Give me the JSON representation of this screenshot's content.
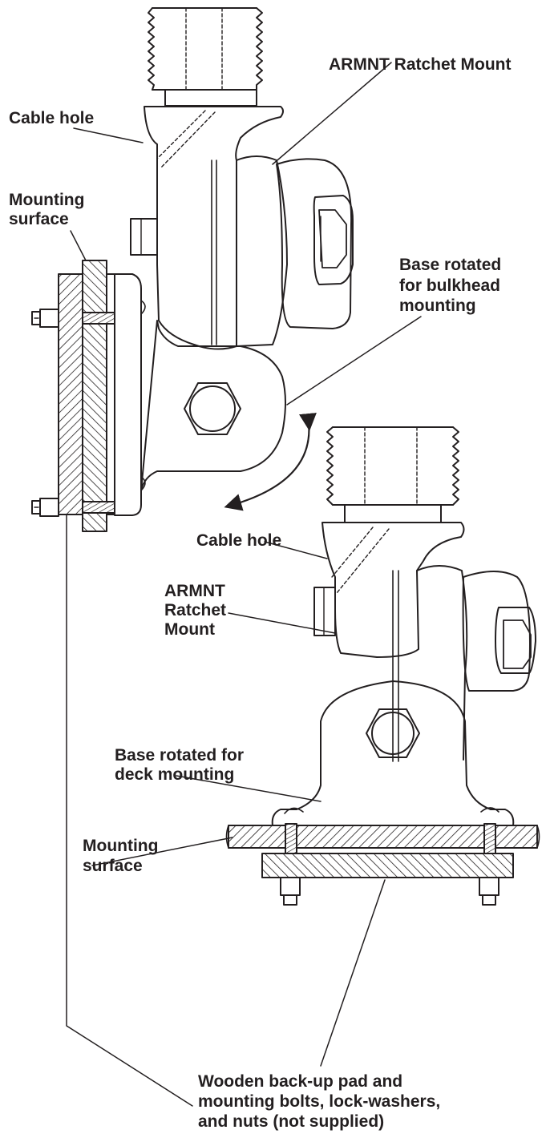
{
  "labels": {
    "armnt_top": "ARMNT Ratchet Mount",
    "cable_hole_top": "Cable hole",
    "mounting_surface_top_1": "Mounting",
    "mounting_surface_top_2": "surface",
    "base_bulkhead_1": "Base rotated",
    "base_bulkhead_2": "for bulkhead",
    "base_bulkhead_3": "mounting",
    "cable_hole_bottom": "Cable hole",
    "armnt_bottom_1": "ARMNT",
    "armnt_bottom_2": "Ratchet",
    "armnt_bottom_3": "Mount",
    "base_deck_1": "Base rotated for",
    "base_deck_2": "deck mounting",
    "mounting_surface_bottom_1": "Mounting",
    "mounting_surface_bottom_2": "surface",
    "wooden_pad_1": "Wooden back-up pad and",
    "wooden_pad_2": "mounting bolts, lock-washers,",
    "wooden_pad_3": "and nuts (not supplied)"
  },
  "colors": {
    "ink": "#231f20",
    "background": "#ffffff"
  }
}
